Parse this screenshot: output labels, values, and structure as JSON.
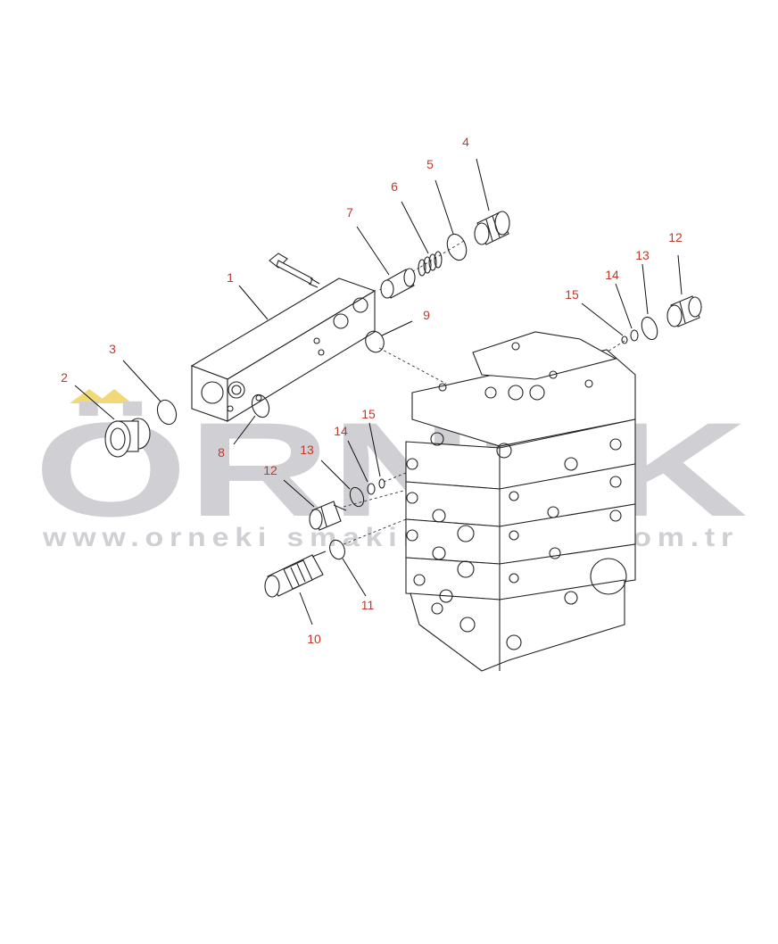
{
  "watermark": {
    "brand": "ÖRNEK",
    "url": "www.orneki smakinasanayi .com.tr",
    "color": "#cfcfd4",
    "accent": "#f2d978"
  },
  "callout_color": "#c0392b",
  "callouts": [
    {
      "id": "1",
      "label": "1"
    },
    {
      "id": "2",
      "label": "2"
    },
    {
      "id": "3",
      "label": "3"
    },
    {
      "id": "4",
      "label": "4"
    },
    {
      "id": "5",
      "label": "5"
    },
    {
      "id": "6",
      "label": "6"
    },
    {
      "id": "7",
      "label": "7"
    },
    {
      "id": "8",
      "label": "8"
    },
    {
      "id": "9",
      "label": "9"
    },
    {
      "id": "10",
      "label": "10"
    },
    {
      "id": "11",
      "label": "11"
    },
    {
      "id": "12a",
      "label": "12"
    },
    {
      "id": "12b",
      "label": "12"
    },
    {
      "id": "13a",
      "label": "13"
    },
    {
      "id": "13b",
      "label": "13"
    },
    {
      "id": "14a",
      "label": "14"
    },
    {
      "id": "14b",
      "label": "14"
    },
    {
      "id": "15a",
      "label": "15"
    },
    {
      "id": "15b",
      "label": "15"
    }
  ]
}
